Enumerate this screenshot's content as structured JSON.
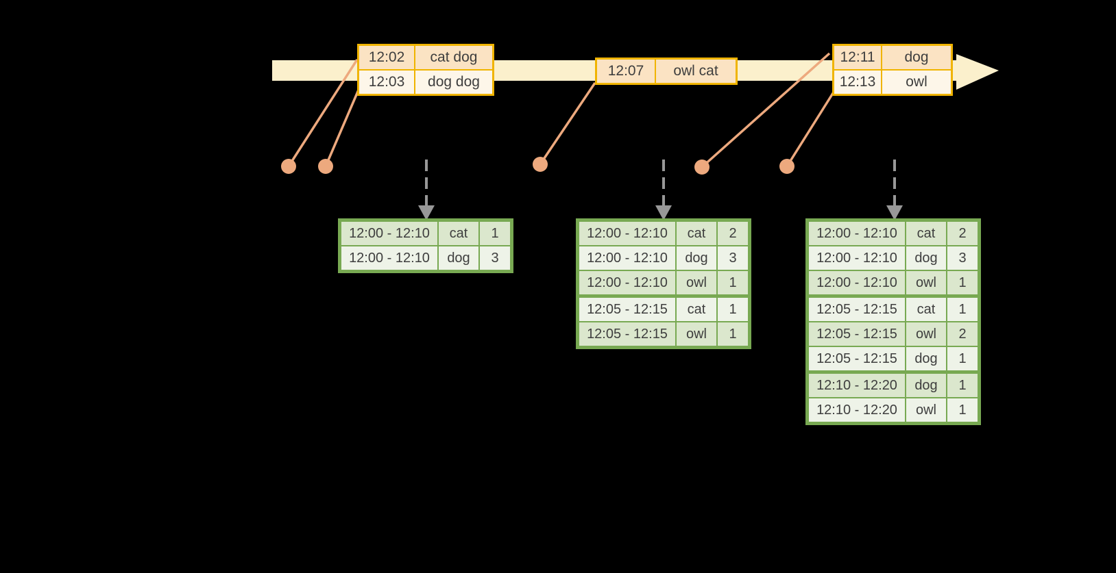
{
  "colors": {
    "background": "#000000",
    "timeline_band": "#FBF0CC",
    "event_table_border": "#F0B400",
    "event_row_primary": "#FBE3C3",
    "event_row_secondary": "#FDF6E9",
    "leader_line_and_dot": "#EDA97E",
    "result_table_border": "#78A952",
    "result_row_dark": "#DBE7CD",
    "result_row_light": "#EEF3E8",
    "trigger_arrow_gray": "#989898",
    "text": "#3E3E3E"
  },
  "event_batches": [
    {
      "rows": [
        {
          "time": "12:02",
          "words": "cat dog"
        },
        {
          "time": "12:03",
          "words": "dog dog"
        }
      ]
    },
    {
      "rows": [
        {
          "time": "12:07",
          "words": "owl cat"
        }
      ]
    },
    {
      "rows": [
        {
          "time": "12:11",
          "words": "dog"
        },
        {
          "time": "12:13",
          "words": "owl"
        }
      ]
    }
  ],
  "result_tables": [
    {
      "rows": [
        {
          "window": "12:00 - 12:10",
          "word": "cat",
          "count": "1"
        },
        {
          "window": "12:00 - 12:10",
          "word": "dog",
          "count": "3"
        }
      ]
    },
    {
      "rows": [
        {
          "window": "12:00 - 12:10",
          "word": "cat",
          "count": "2"
        },
        {
          "window": "12:00 - 12:10",
          "word": "dog",
          "count": "3"
        },
        {
          "window": "12:00 - 12:10",
          "word": "owl",
          "count": "1"
        },
        {
          "window": "12:05 - 12:15",
          "word": "cat",
          "count": "1"
        },
        {
          "window": "12:05 - 12:15",
          "word": "owl",
          "count": "1"
        }
      ]
    },
    {
      "rows": [
        {
          "window": "12:00 - 12:10",
          "word": "cat",
          "count": "2"
        },
        {
          "window": "12:00 - 12:10",
          "word": "dog",
          "count": "3"
        },
        {
          "window": "12:00 - 12:10",
          "word": "owl",
          "count": "1"
        },
        {
          "window": "12:05 - 12:15",
          "word": "cat",
          "count": "1"
        },
        {
          "window": "12:05 - 12:15",
          "word": "owl",
          "count": "2"
        },
        {
          "window": "12:05 - 12:15",
          "word": "dog",
          "count": "1"
        },
        {
          "window": "12:10 - 12:20",
          "word": "dog",
          "count": "1"
        },
        {
          "window": "12:10 - 12:20",
          "word": "owl",
          "count": "1"
        }
      ]
    }
  ]
}
